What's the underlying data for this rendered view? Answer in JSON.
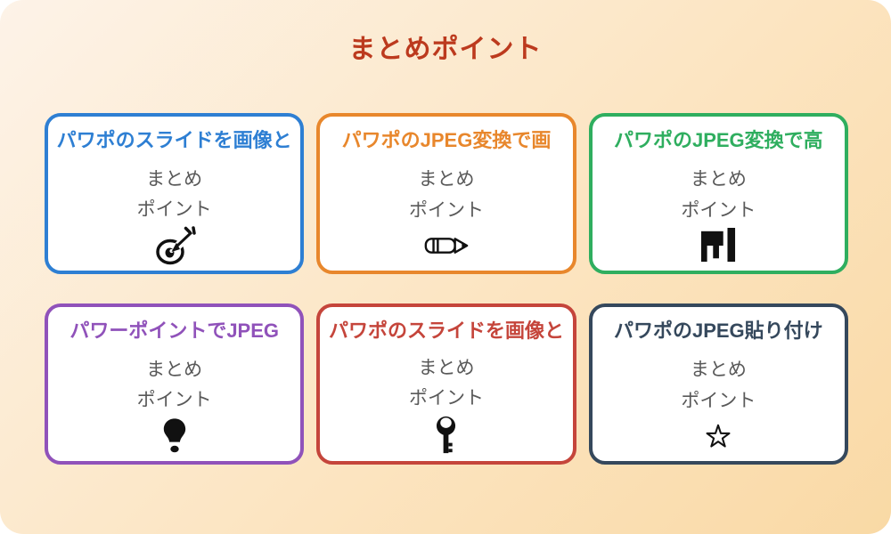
{
  "page": {
    "title": "まとめポイント",
    "title_color": "#BC3A1E",
    "background": {
      "from": "#FDF3E8",
      "mid": "#FCE5C2",
      "to": "#F9D9A5"
    },
    "body_text_color": "#595959",
    "icon_color": "#111111"
  },
  "cards": [
    {
      "title": "パワポのスライドを画像と",
      "color": "#2E7FD3",
      "body": [
        "まとめ",
        "ポイント"
      ],
      "icon": "target-icon"
    },
    {
      "title": "パワポのJPEG変換で画",
      "color": "#E8872C",
      "body": [
        "まとめ",
        "ポイント"
      ],
      "icon": "pencil-icon"
    },
    {
      "title": "パワポのJPEG変換で高",
      "color": "#2FAE5F",
      "body": [
        "まとめ",
        "ポイント"
      ],
      "icon": "bar-chart-icon"
    },
    {
      "title": "パワーポイントでJPEG",
      "color": "#9052BA",
      "body": [
        "まとめ",
        "ポイント"
      ],
      "icon": "lightbulb-icon"
    },
    {
      "title": "パワポのスライドを画像と",
      "color": "#C5453B",
      "body": [
        "まとめ",
        "ポイント"
      ],
      "icon": "key-icon"
    },
    {
      "title": "パワポのJPEG貼り付け",
      "color": "#35485C",
      "body": [
        "まとめ",
        "ポイント"
      ],
      "icon": "star-icon"
    }
  ]
}
